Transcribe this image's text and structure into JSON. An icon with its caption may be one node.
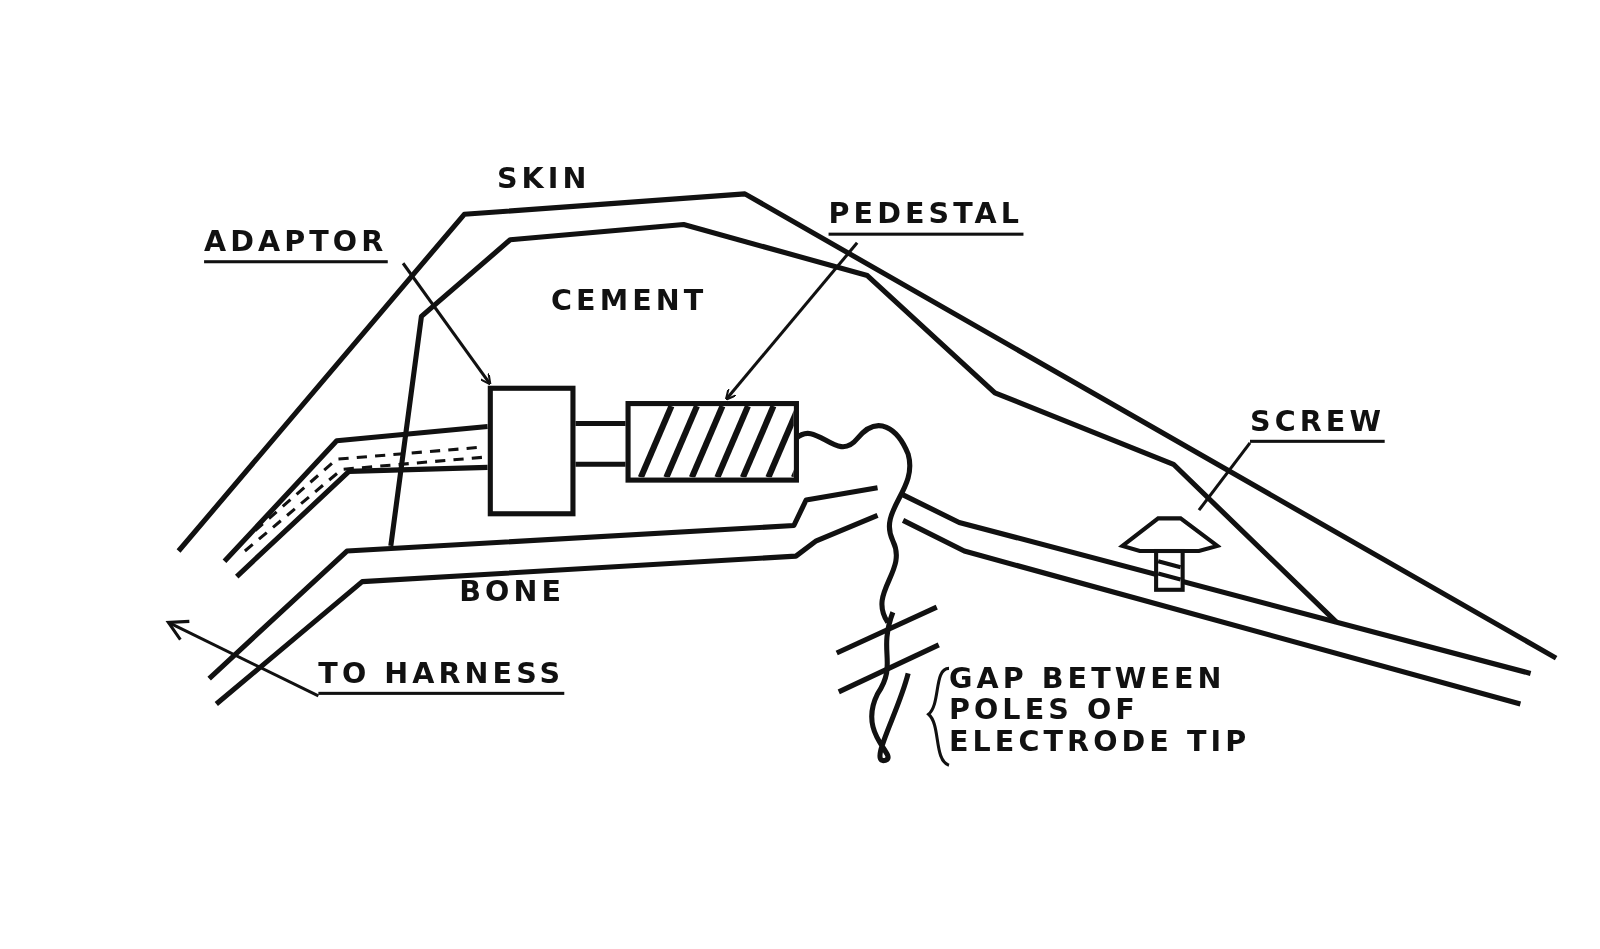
{
  "diagram": {
    "nodes": [
      {
        "text": [
          "ADAPTOR"
        ]
      },
      {
        "text": [],
        "shape": "box"
      },
      {
        "text": [
          "PEDESTAL"
        ]
      },
      {
        "text": [],
        "shape": "box"
      },
      {
        "text": [
          "SCREW"
        ]
      },
      {
        "text": [],
        "shape": "picture"
      },
      {
        "text": [
          "TO HARNESS"
        ]
      }
    ],
    "edges": [
      {
        "from": 0,
        "to": 1,
        "arrow": "to"
      },
      {
        "from": 2,
        "to": 3,
        "arrow": "to"
      },
      {
        "from": 4,
        "to": 5,
        "arrow": "none"
      },
      {
        "from": 6,
        "to": null,
        "arrow": "to"
      },
      {
        "from": 1,
        "to": 3,
        "arrow": "none"
      }
    ],
    "labels": [
      "SKIN",
      "CEMENT",
      "BONE",
      "GAP BETWEEN POLES OF ELECTRODE TIP"
    ]
  }
}
